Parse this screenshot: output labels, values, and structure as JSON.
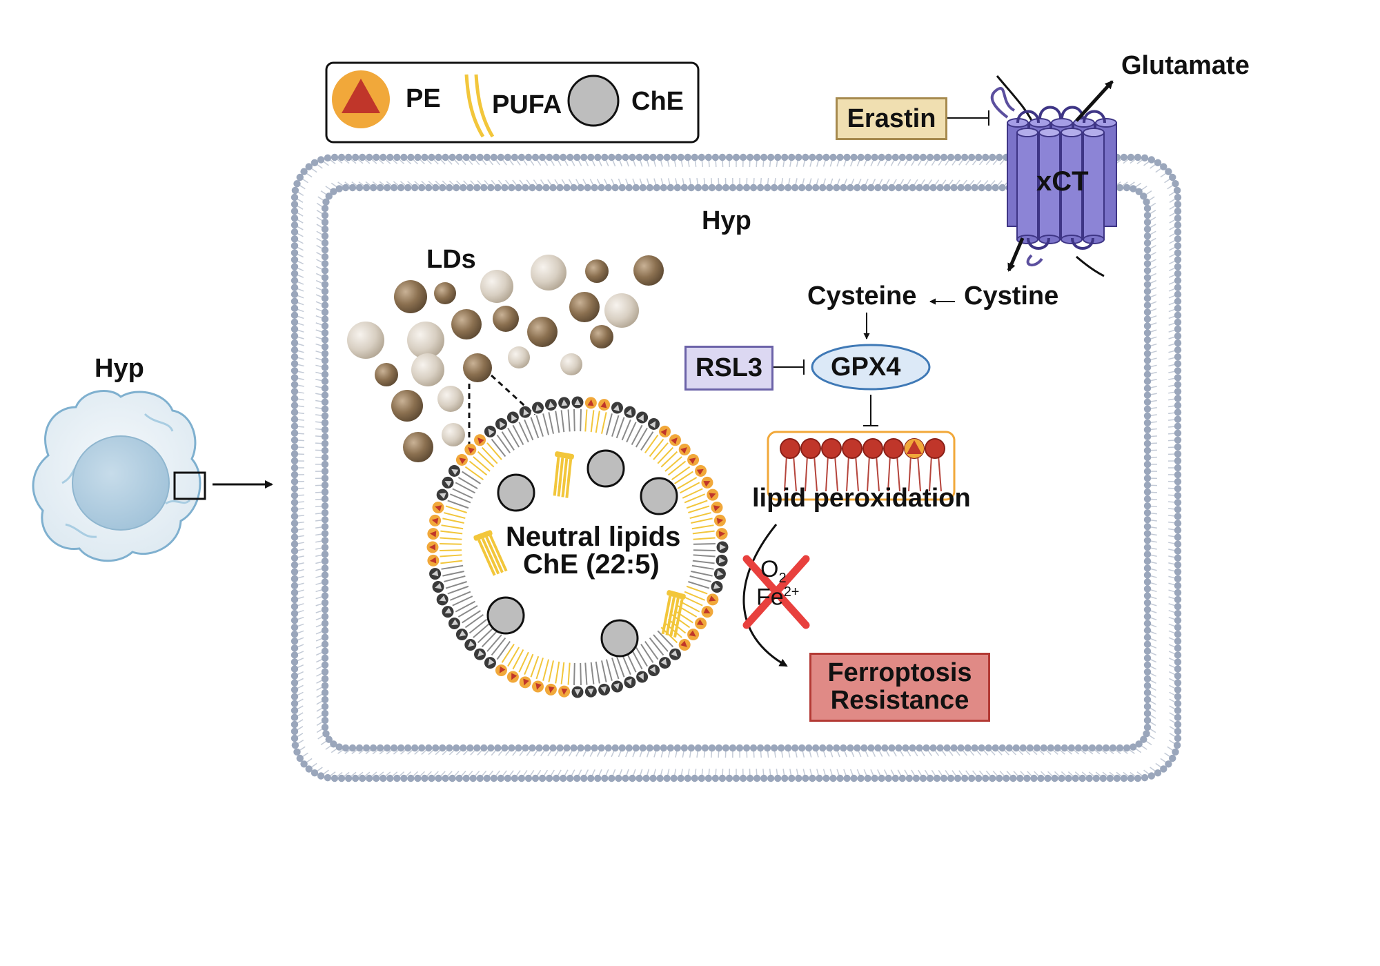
{
  "legend": {
    "pe": "PE",
    "pufa": "PUFA",
    "che": "ChE"
  },
  "cell_label": "Hyp",
  "membrane_label": "Hyp",
  "lds_label": "LDs",
  "transporter": {
    "label": "xCT",
    "output": "Glutamate",
    "input": "Cystine",
    "product": "Cysteine"
  },
  "inhibitors": {
    "erastin": "Erastin",
    "rsl3": "RSL3"
  },
  "enzyme": "GPX4",
  "lipid_peroxidation": "lipid peroxidation",
  "lipid_droplet": {
    "line1": "Neutral lipids",
    "line2": "ChE (22:5)"
  },
  "blocked": {
    "o2": "O",
    "o2_sub": "2",
    "fe": "Fe",
    "fe_sup": "2+"
  },
  "outcome": {
    "line1": "Ferroptosis",
    "line2": "Resistance"
  },
  "colors": {
    "membrane": "#9aa6bb",
    "transporter": "#8c84d6",
    "erastin_bg": "#f0dfb1",
    "rsl3_bg": "#dcd8f2",
    "gpx4_bg": "#dce9f7",
    "outcome_bg": "#e08a86",
    "pe_orange": "#f1a83a",
    "pe_red": "#c0362a",
    "pufa": "#f2c63b",
    "che": "#bdbdbd",
    "ld_dark": "#8b7050",
    "ld_light": "#d8cfc2",
    "block_x": "#e8403d"
  }
}
